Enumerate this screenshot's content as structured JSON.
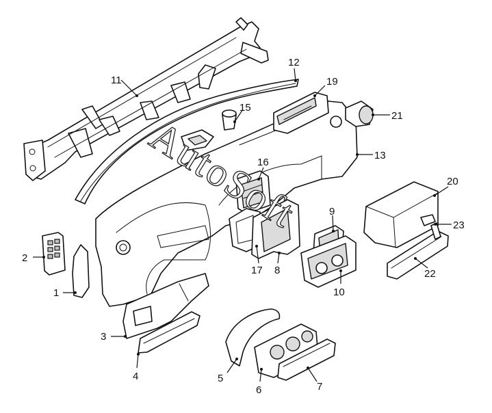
{
  "callouts": [
    {
      "label": "1"
    },
    {
      "label": "2"
    },
    {
      "label": "3"
    },
    {
      "label": "4"
    },
    {
      "label": "5"
    },
    {
      "label": "6"
    },
    {
      "label": "7"
    },
    {
      "label": "8"
    },
    {
      "label": "9"
    },
    {
      "label": "10"
    },
    {
      "label": "11"
    },
    {
      "label": "12"
    },
    {
      "label": "13"
    },
    {
      "label": "15"
    },
    {
      "label": "16"
    },
    {
      "label": "17"
    },
    {
      "label": "19"
    },
    {
      "label": "20"
    },
    {
      "label": "21"
    },
    {
      "label": "22"
    },
    {
      "label": "23"
    }
  ],
  "watermark": {
    "text": "AutoSoft"
  }
}
